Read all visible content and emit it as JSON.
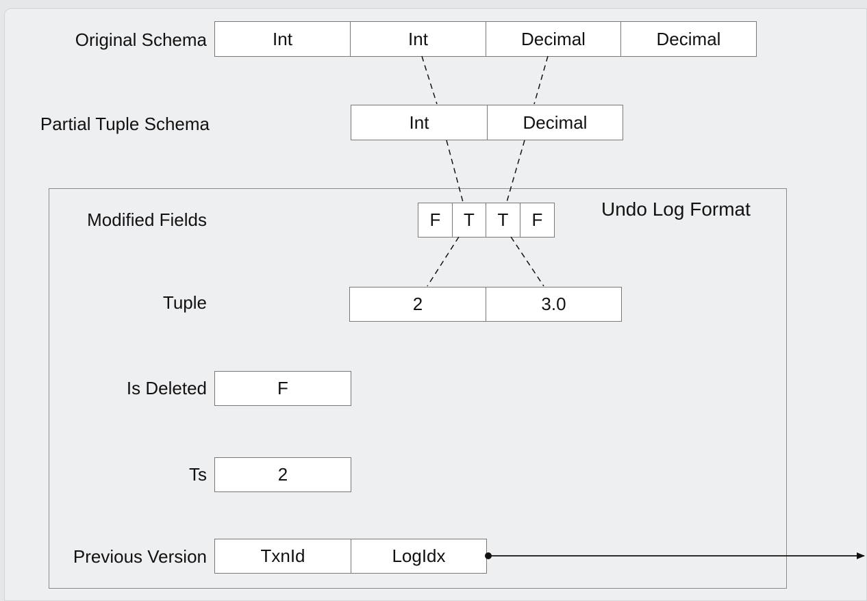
{
  "title": "Undo Log Format",
  "original_schema": {
    "label": "Original Schema",
    "cells": [
      "Int",
      "Int",
      "Decimal",
      "Decimal"
    ]
  },
  "partial_schema": {
    "label": "Partial Tuple Schema",
    "cells": [
      "Int",
      "Decimal"
    ]
  },
  "modified_fields": {
    "label": "Modified Fields",
    "cells": [
      "F",
      "T",
      "T",
      "F"
    ]
  },
  "tuple": {
    "label": "Tuple",
    "cells": [
      "2",
      "3.0"
    ]
  },
  "is_deleted": {
    "label": "Is Deleted",
    "value": "F"
  },
  "ts": {
    "label": "Ts",
    "value": "2"
  },
  "previous_version": {
    "label": "Previous Version",
    "cells": [
      "TxnId",
      "LogIdx"
    ]
  },
  "colors": {
    "background": "#eeeff1",
    "box_border": "#777777",
    "line": "#111111"
  }
}
